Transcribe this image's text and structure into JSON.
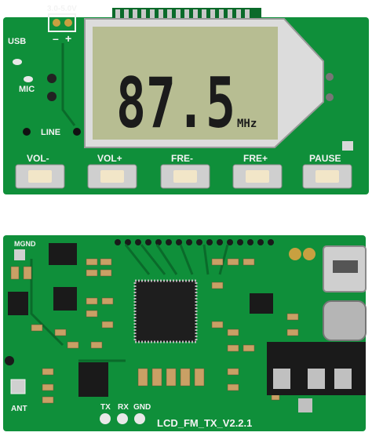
{
  "top_board": {
    "power_label": "3.0-5.0V",
    "usb_label": "USB",
    "mic_label": "MIC",
    "line_label": "LINE",
    "lcd": {
      "frequency": "87.5",
      "unit": "MHz"
    },
    "buttons": [
      {
        "label": "VOL-"
      },
      {
        "label": "VOL+"
      },
      {
        "label": "FRE-"
      },
      {
        "label": "FRE+"
      },
      {
        "label": "PAUSE"
      }
    ]
  },
  "bottom_board": {
    "mgnd_label": "MGND",
    "ant_label": "ANT",
    "tx_label": "TX",
    "rx_label": "RX",
    "gnd_label": "GND",
    "board_name": "LCD_FM_TX_V2.2.1"
  },
  "colors": {
    "pcb_green": "#0f8f3a",
    "pcb_dark": "#0a6a2a",
    "lcd_bg": "#b7bd92",
    "silkscreen": "#f3f3f3"
  }
}
